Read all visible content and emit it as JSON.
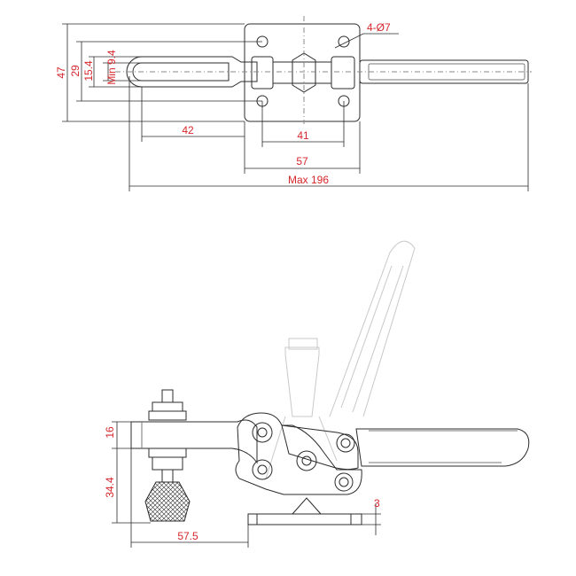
{
  "colors": {
    "outline": "#2b2b2b",
    "dimension": "#d6262b",
    "ghost": "#c8c8c8",
    "background": "#ffffff"
  },
  "top_view": {
    "holes_label": "4-Ø7",
    "dim_height_47": "47",
    "dim_height_29": "29",
    "dim_height_15_4": "15.4",
    "dim_min_9_4": "Min 9.4",
    "dim_slot_42": "42",
    "dim_holes_41": "41",
    "dim_base_57": "57",
    "dim_max_196": "Max 196"
  },
  "side_view": {
    "dim_16": "16",
    "dim_34_4": "34.4",
    "dim_57_5": "57.5",
    "dim_3": "3"
  }
}
